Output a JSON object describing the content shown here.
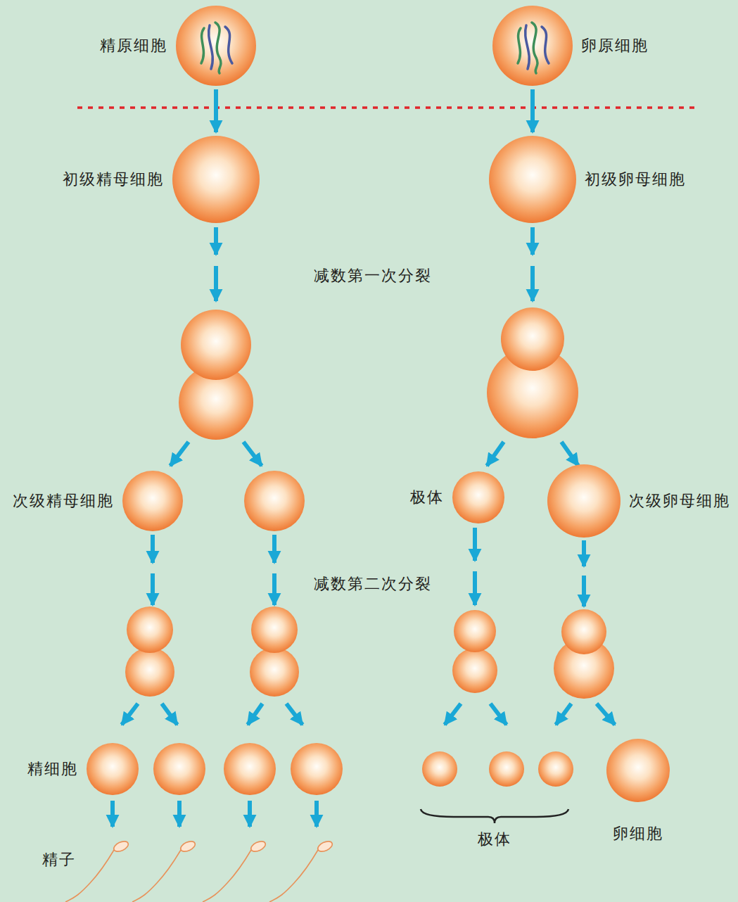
{
  "diagram": {
    "nodes": [
      {
        "text": [
          "精原细胞"
        ]
      },
      {
        "text": [
          "卵原细胞"
        ]
      },
      {
        "text": [
          "初级精母细胞"
        ]
      },
      {
        "text": [
          "初级卵母细胞"
        ]
      },
      {
        "text": [
          "次级精母细胞"
        ]
      },
      {
        "text": [
          "极体"
        ]
      },
      {
        "text": [
          "次级卵母细胞"
        ]
      },
      {
        "text": [
          "精细胞"
        ]
      },
      {
        "text": [
          "卵细胞"
        ]
      }
    ],
    "edges": [
      {
        "from": 0,
        "to": 2,
        "arrow": "to"
      },
      {
        "from": 1,
        "to": 3,
        "arrow": "to"
      }
    ],
    "labels": [
      "减数第一次分裂",
      "减数第二次分裂",
      "极体",
      "精子"
    ]
  }
}
